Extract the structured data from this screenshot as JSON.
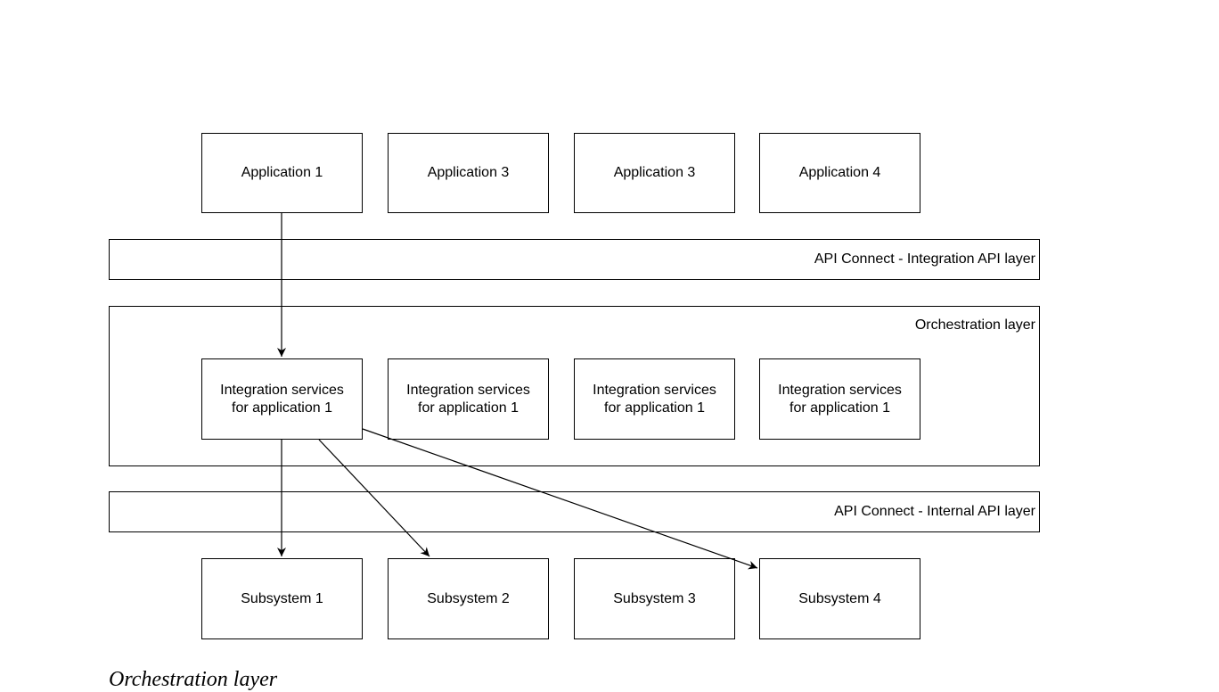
{
  "applications": [
    {
      "label": "Application 1"
    },
    {
      "label": "Application 3"
    },
    {
      "label": "Application 3"
    },
    {
      "label": "Application 4"
    }
  ],
  "layers": {
    "integration_api": {
      "label": "API Connect - Integration API layer"
    },
    "orchestration": {
      "label": "Orchestration layer"
    },
    "internal_api": {
      "label": "API Connect - Internal API layer"
    }
  },
  "services": [
    {
      "line1": "Integration services",
      "line2": "for application 1"
    },
    {
      "line1": "Integration services",
      "line2": "for application 1"
    },
    {
      "line1": "Integration services",
      "line2": "for application 1"
    },
    {
      "line1": "Integration services",
      "line2": "for application 1"
    }
  ],
  "subsystems": [
    {
      "label": "Subsystem 1"
    },
    {
      "label": "Subsystem 2"
    },
    {
      "label": "Subsystem 3"
    },
    {
      "label": "Subsystem 4"
    }
  ],
  "connections": [
    {
      "from": "Application 1",
      "to": "Integration services for application 1"
    },
    {
      "from": "Integration services for application 1",
      "to": "Subsystem 1"
    },
    {
      "from": "Integration services for application 1",
      "to": "Subsystem 2"
    },
    {
      "from": "Integration services for application 1",
      "to": "Subsystem 4"
    }
  ],
  "caption": "Orchestration layer",
  "colors": {
    "stroke": "#000000",
    "background": "#ffffff"
  }
}
